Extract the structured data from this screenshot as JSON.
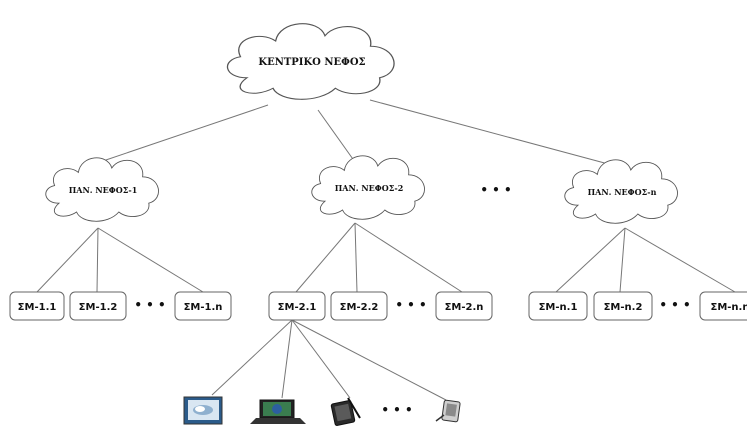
{
  "central_cloud": {
    "label": "ΚΕΝΤΡΙΚΟ ΝΕΦΟΣ"
  },
  "regional_clouds": [
    {
      "label": "ΠΑΝ. ΝΕΦΟΣ-1"
    },
    {
      "label": "ΠΑΝ. ΝΕΦΟΣ-2"
    },
    {
      "label": "ΠΑΝ. ΝΕΦΟΣ-n"
    }
  ],
  "regional_ellipsis": "• • •",
  "groups": [
    {
      "nodes": [
        "ΣΜ-1.1",
        "ΣΜ-1.2",
        "ΣΜ-1.n"
      ],
      "ellipsis": "• • •"
    },
    {
      "nodes": [
        "ΣΜ-2.1",
        "ΣΜ-2.2",
        "ΣΜ-2.n"
      ],
      "ellipsis": "• • •"
    },
    {
      "nodes": [
        "ΣΜ-n.1",
        "ΣΜ-n.2",
        "ΣΜ-n.n"
      ],
      "ellipsis": "• • •"
    }
  ],
  "devices": {
    "icons": [
      "smart-tv-icon",
      "laptop-icon",
      "tablet-stylus-icon",
      "handheld-device-icon"
    ],
    "ellipsis": "• • •"
  },
  "colors": {
    "line": "#777777",
    "border": "#666666",
    "text": "#111111"
  }
}
